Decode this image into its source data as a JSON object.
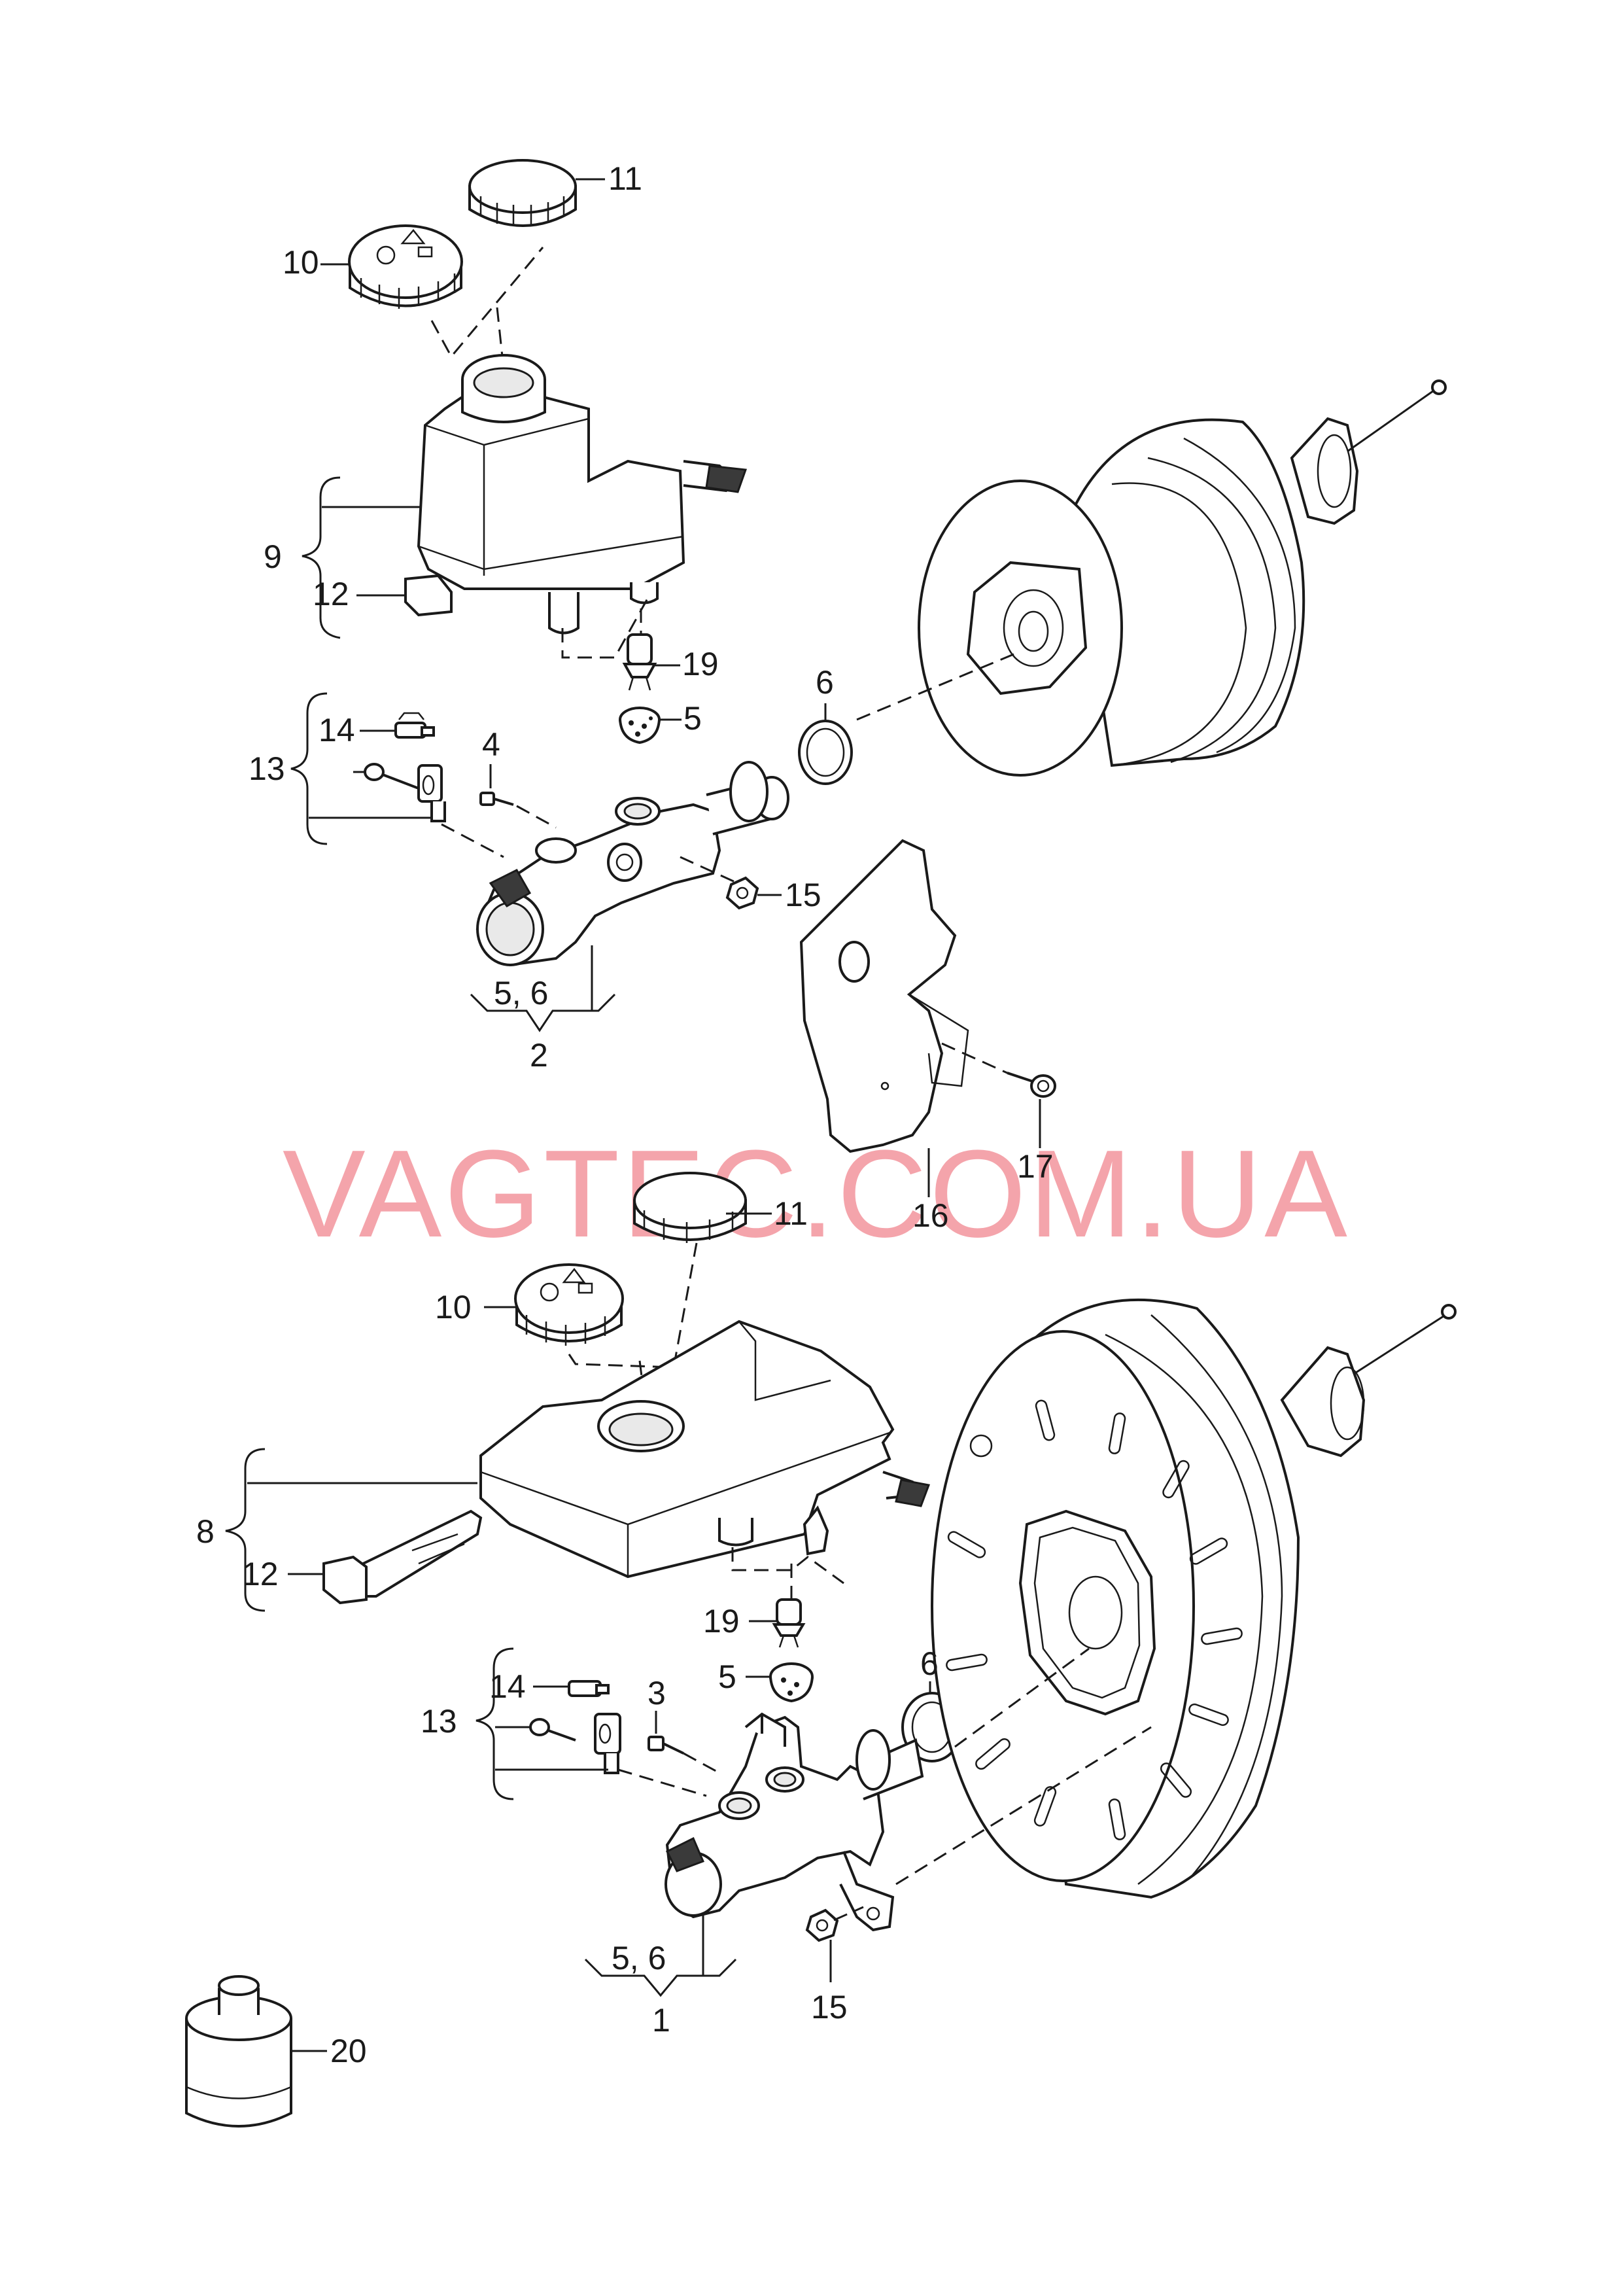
{
  "watermark": "VAGTEC.COM.UA",
  "upper_assembly": {
    "callouts": {
      "p11": "11",
      "p10": "10",
      "p9": "9",
      "p12": "12",
      "p19": "19",
      "p5": "5",
      "p6": "6",
      "p14": "14",
      "p13": "13",
      "p4": "4",
      "p15": "15",
      "group": "5, 6",
      "p2": "2",
      "p17": "17",
      "p16": "16"
    }
  },
  "lower_assembly": {
    "callouts": {
      "p11": "11",
      "p10": "10",
      "p8": "8",
      "p12": "12",
      "p19": "19",
      "p5": "5",
      "p6": "6",
      "p14": "14",
      "p13": "13",
      "p3": "3",
      "group": "5, 6",
      "p1": "1",
      "p15": "15",
      "p20": "20"
    }
  }
}
